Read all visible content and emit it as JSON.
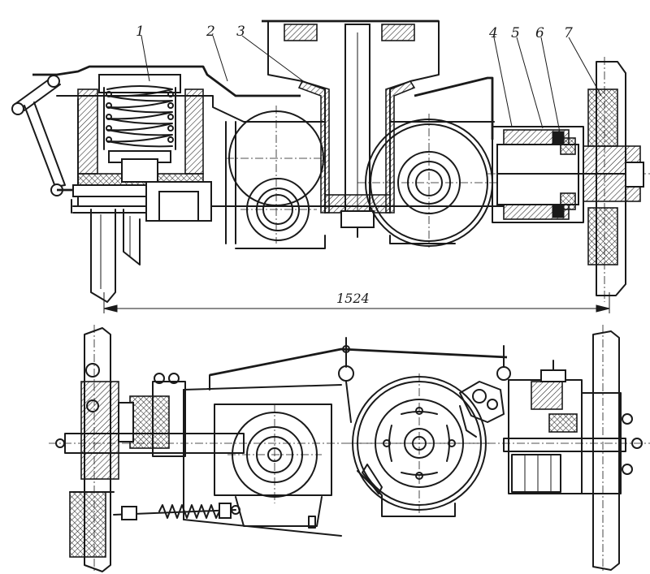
{
  "callouts": [
    "1",
    "2",
    "3",
    "4",
    "5",
    "6",
    "7"
  ],
  "dimension": {
    "value": "1524"
  },
  "colors": {
    "ink": "#1a1a1a",
    "paper": "#ffffff"
  }
}
